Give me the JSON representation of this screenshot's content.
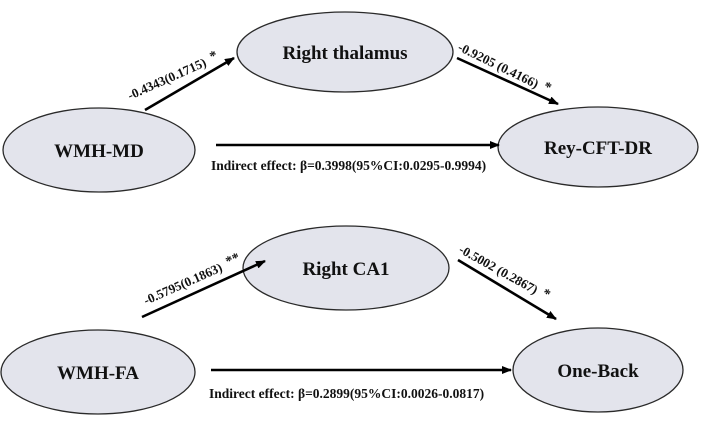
{
  "diagrams": [
    {
      "nodes": {
        "mediator": "Right thalamus",
        "predictor": "WMH-MD",
        "outcome": "Rey-CFT-DR"
      },
      "edges": {
        "a_path": "-0.4343(0.1715)",
        "a_sig": "*",
        "b_path": "-0.9205 (0.4166)",
        "b_sig": "*"
      },
      "indirect": "Indirect effect: β=0.3998(95%CI:0.0295-0.9994)"
    },
    {
      "nodes": {
        "mediator": "Right CA1",
        "predictor": "WMH-FA",
        "outcome": "One-Back"
      },
      "edges": {
        "a_path": "-0.5795(0.1863)",
        "a_sig": "**",
        "b_path": "-0.5002 (0.2867)",
        "b_sig": "*"
      },
      "indirect": "Indirect effect: β=0.2899(95%CI:0.0026-0.0817)"
    }
  ],
  "colors": {
    "node_fill": "#e3e4ec",
    "node_stroke": "#2a2a2a",
    "arrow": "#000000",
    "text": "#111111"
  }
}
